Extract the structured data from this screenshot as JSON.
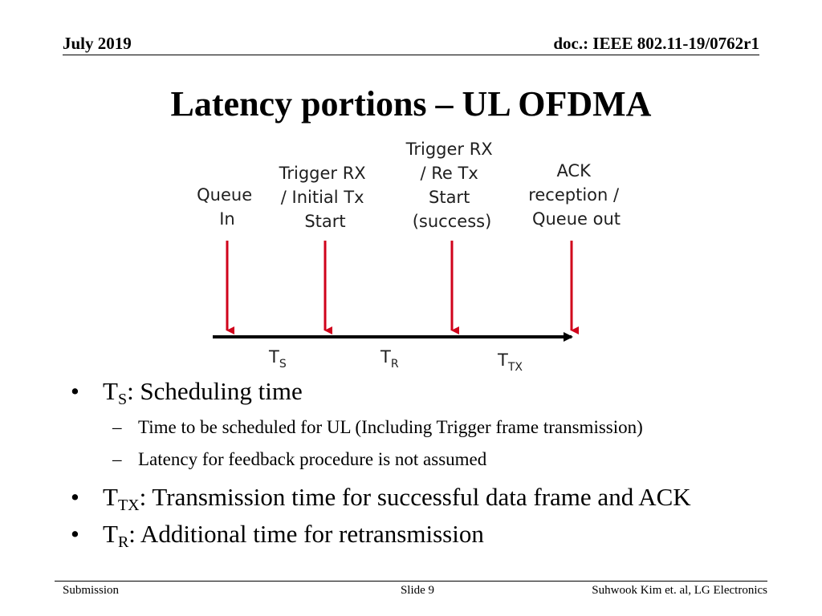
{
  "header": {
    "date": "July 2019",
    "doc": "doc.: IEEE 802.11-19/0762r1"
  },
  "title": "Latency portions – UL OFDMA",
  "diagram": {
    "events": [
      {
        "lines": [
          "Queue",
          "In"
        ]
      },
      {
        "lines": [
          "Trigger RX",
          "/ Initial Tx",
          "Start"
        ]
      },
      {
        "lines": [
          "Trigger RX",
          "/ Re Tx",
          "Start",
          "(success)"
        ]
      },
      {
        "lines": [
          "ACK",
          "reception /",
          "Queue out"
        ]
      }
    ],
    "intervals": [
      {
        "main": "T",
        "sub": "S"
      },
      {
        "main": "T",
        "sub": "R"
      },
      {
        "main": "T",
        "sub": "TX"
      }
    ],
    "arrow_color": "#d0021b",
    "axis_color": "#000000"
  },
  "bullets": {
    "b1": {
      "bullet": "•",
      "main": "T",
      "sub": "S",
      "rest": ": Scheduling time"
    },
    "b1a": {
      "dash": "–",
      "text": "Time to be scheduled for UL (Including Trigger frame transmission)"
    },
    "b1b": {
      "dash": "–",
      "text": "Latency for feedback procedure is not assumed"
    },
    "b2": {
      "bullet": "•",
      "main": "T",
      "sub": "TX",
      "rest": ": Transmission time for successful data frame and ACK"
    },
    "b3": {
      "bullet": "•",
      "main": "T",
      "sub": "R",
      "rest": ": Additional time for retransmission"
    }
  },
  "footer": {
    "left": "Submission",
    "center": "Slide 9",
    "right": "Suhwook Kim et. al, LG Electronics"
  }
}
